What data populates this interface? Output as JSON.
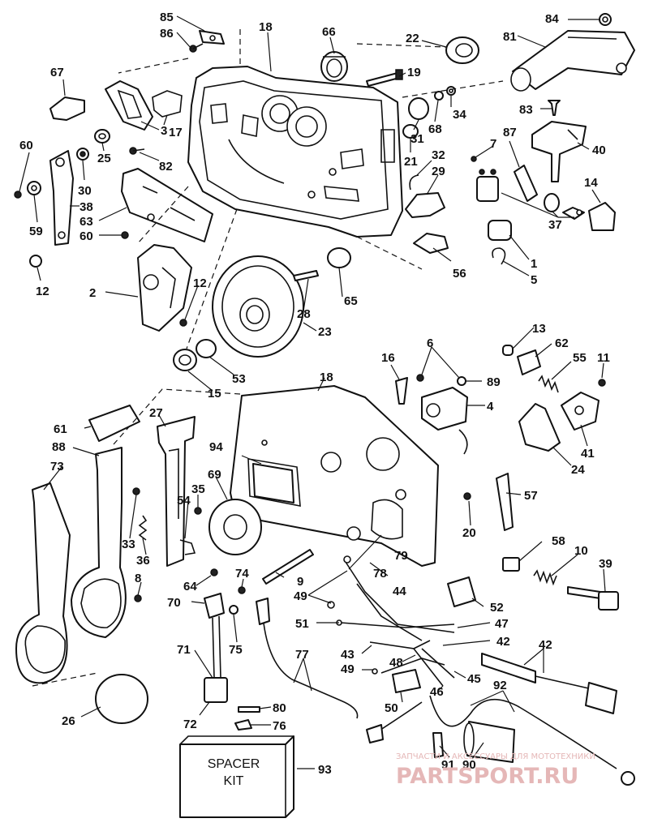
{
  "callouts": {
    "c1": "1",
    "c2": "2",
    "c3": "3",
    "c4": "4",
    "c5": "5",
    "c6": "6",
    "c7": "7",
    "c8": "8",
    "c9": "9",
    "c10": "10",
    "c11": "11",
    "c12a": "12",
    "c12b": "12",
    "c13": "13",
    "c14": "14",
    "c15": "15",
    "c16": "16",
    "c17": "17",
    "c18a": "18",
    "c18b": "18",
    "c19": "19",
    "c20": "20",
    "c21": "21",
    "c22": "22",
    "c23": "23",
    "c24": "24",
    "c25": "25",
    "c26": "26",
    "c27": "27",
    "c28": "28",
    "c29": "29",
    "c30": "30",
    "c31": "31",
    "c32": "32",
    "c33": "33",
    "c34": "34",
    "c35": "35",
    "c36": "36",
    "c37": "37",
    "c38": "38",
    "c39": "39",
    "c40": "40",
    "c41": "41",
    "c42a": "42",
    "c42b": "42",
    "c43": "43",
    "c44": "44",
    "c45": "45",
    "c46": "46",
    "c47": "47",
    "c48": "48",
    "c49a": "49",
    "c49b": "49",
    "c50": "50",
    "c51": "51",
    "c52": "52",
    "c53": "53",
    "c54": "54",
    "c55": "55",
    "c56": "56",
    "c57": "57",
    "c58": "58",
    "c59": "59",
    "c60a": "60",
    "c60b": "60",
    "c61": "61",
    "c62": "62",
    "c63": "63",
    "c64": "64",
    "c65": "65",
    "c66": "66",
    "c67": "67",
    "c68": "68",
    "c69": "69",
    "c70": "70",
    "c71": "71",
    "c72": "72",
    "c73": "73",
    "c74": "74",
    "c75": "75",
    "c76": "76",
    "c77": "77",
    "c78": "78",
    "c79": "79",
    "c80": "80",
    "c81": "81",
    "c82": "82",
    "c83": "83",
    "c84": "84",
    "c85": "85",
    "c86": "86",
    "c87": "87",
    "c88": "88",
    "c89": "89",
    "c90": "90",
    "c91": "91",
    "c92": "92",
    "c93": "93",
    "c94": "94"
  },
  "spacer_kit": {
    "line1": "SPACER",
    "line2": "KIT"
  },
  "watermark": {
    "caption": "ЗАПЧАСТИ И АКСЕССУАРЫ ДЛЯ МОТОТЕХНИКИ",
    "brand": "PARTSPORT.RU"
  }
}
